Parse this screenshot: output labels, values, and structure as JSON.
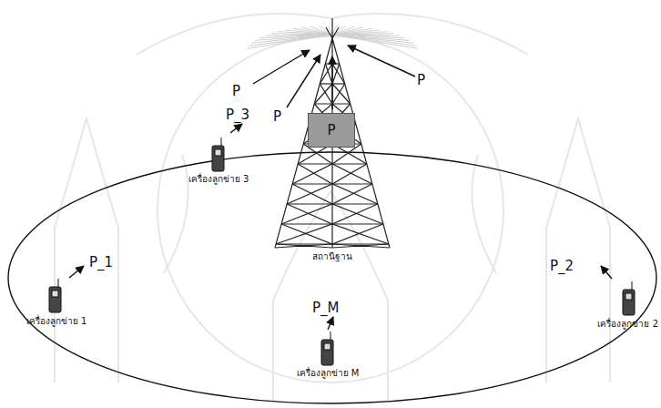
{
  "diagram": {
    "nodes": [
      {
        "text": [
          "P"
        ]
      }
    ],
    "labels": [
      "P_3",
      "P",
      "P",
      "P",
      "P_1",
      "P_2",
      "P_M",
      "เครื่องลูกข่าย 3",
      "สถานีฐาน",
      "เครื่องลูกข่าย 1",
      "เครื่องลูกข่าย 2",
      "เครื่องลูกข่าย M"
    ]
  }
}
